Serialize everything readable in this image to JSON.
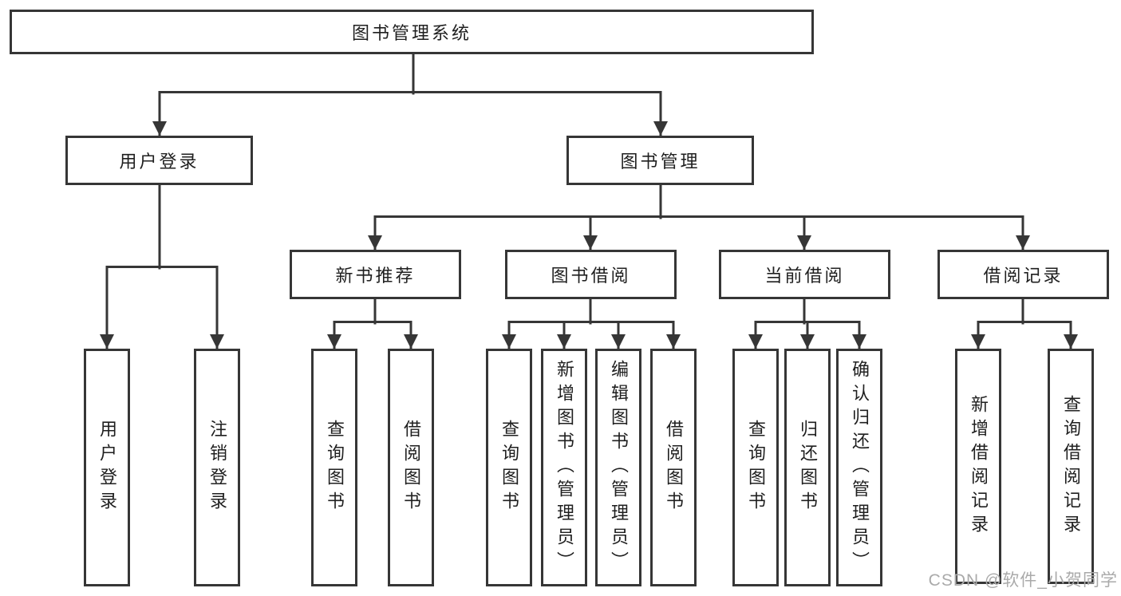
{
  "diagram": {
    "type": "functional-structure-tree",
    "levels": 3
  },
  "nodes": {
    "root": {
      "label": "图书管理系统"
    },
    "user_login_group": {
      "label": "用户登录"
    },
    "book_mgmt": {
      "label": "图书管理"
    },
    "new_book_rec": {
      "label": "新书推荐"
    },
    "book_borrow": {
      "label": "图书借阅"
    },
    "current_borrow": {
      "label": "当前借阅"
    },
    "borrow_records": {
      "label": "借阅记录"
    },
    "user_login": {
      "label": "用户登录"
    },
    "logout": {
      "label": "注销登录"
    },
    "rec_query": {
      "label": "查询图书"
    },
    "rec_borrow": {
      "label": "借阅图书"
    },
    "bb_query": {
      "label": "查询图书"
    },
    "bb_add": {
      "label": "新增图书（管理员）"
    },
    "bb_edit": {
      "label": "编辑图书（管理员）"
    },
    "bb_borrow": {
      "label": "借阅图书"
    },
    "cb_query": {
      "label": "查询图书"
    },
    "cb_return": {
      "label": "归还图书"
    },
    "cb_confirm": {
      "label": "确认归还（管理员）"
    },
    "br_add": {
      "label": "新增借阅记录"
    },
    "br_query": {
      "label": "查询借阅记录"
    }
  },
  "tree": {
    "root": [
      "user_login_group",
      "book_mgmt"
    ],
    "user_login_group": [
      "user_login",
      "logout"
    ],
    "book_mgmt": [
      "new_book_rec",
      "book_borrow",
      "current_borrow",
      "borrow_records"
    ],
    "new_book_rec": [
      "rec_query",
      "rec_borrow"
    ],
    "book_borrow": [
      "bb_query",
      "bb_add",
      "bb_edit",
      "bb_borrow"
    ],
    "current_borrow": [
      "cb_query",
      "cb_return",
      "cb_confirm"
    ],
    "borrow_records": [
      "br_add",
      "br_query"
    ]
  },
  "watermark": {
    "text": "CSDN @软件_小贺同学"
  },
  "colors": {
    "line": "#363636",
    "box_border": "#363636",
    "box_background": "#ffffff",
    "text": "#1f1f1f",
    "watermark": "#aaaaaa",
    "page_background": "#ffffff"
  }
}
